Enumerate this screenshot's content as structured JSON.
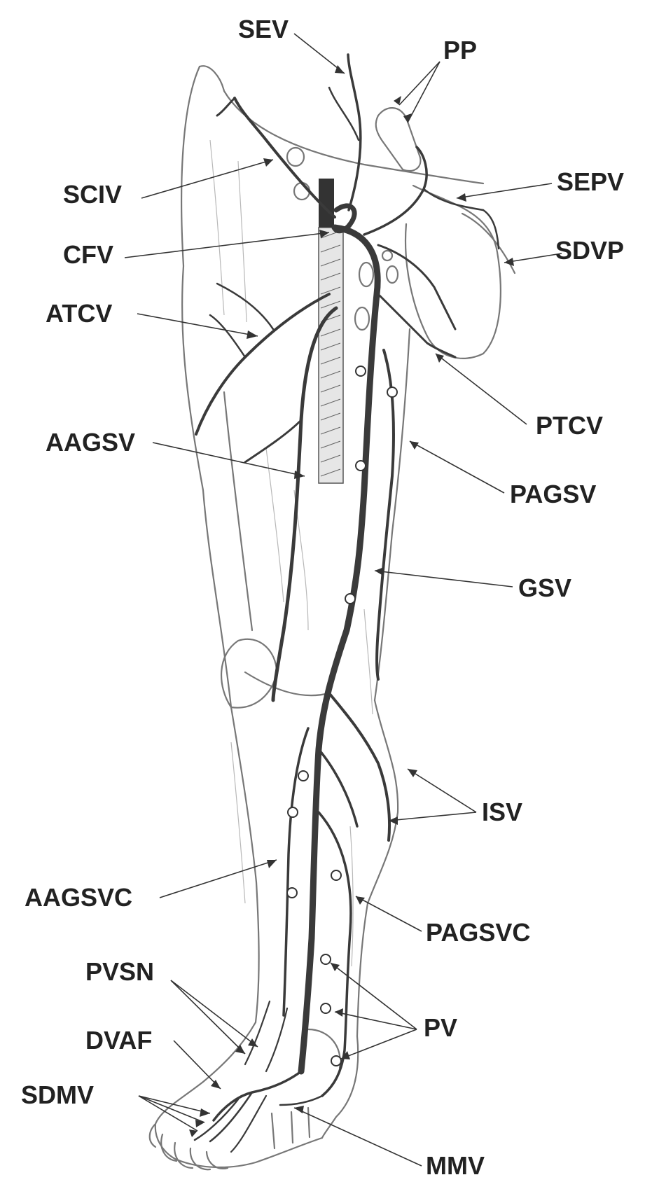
{
  "labels": {
    "sev": "SEV",
    "pp": "PP",
    "sciv": "SCIV",
    "sepv": "SEPV",
    "cfv": "CFV",
    "sdvp": "SDVP",
    "atcv": "ATCV",
    "ptcv": "PTCV",
    "aagsv": "AAGSV",
    "pagsv": "PAGSV",
    "gsv": "GSV",
    "isv": "ISV",
    "aagsvc": "AAGSVC",
    "pagsvc": "PAGSVC",
    "pvsn": "PVSN",
    "pv": "PV",
    "dvaf": "DVAF",
    "sdmv": "SDMV",
    "mmv": "MMV"
  },
  "colors": {
    "vein": "#3a3a3a",
    "outline": "#777777",
    "label": "#222222"
  }
}
